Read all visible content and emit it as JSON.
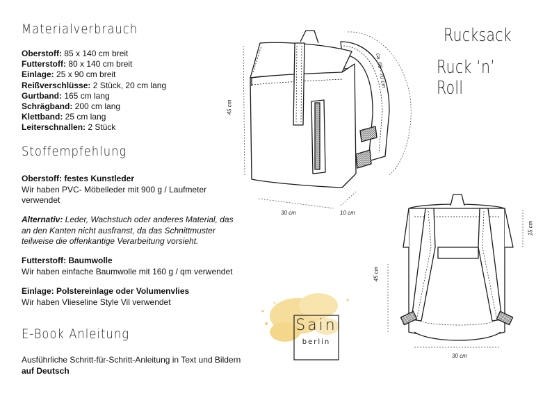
{
  "material": {
    "heading": "Materialverbrauch",
    "items": [
      {
        "label": "Oberstoff:",
        "value": " 85 x 140 cm breit"
      },
      {
        "label": "Futterstoff:",
        "value": " 80 x 140 cm breit"
      },
      {
        "label": "Einlage:",
        "value": " 25 x 90 cm breit"
      },
      {
        "label": "Reißverschlüsse:",
        "value": " 2 Stück, 20 cm lang"
      },
      {
        "label": "Gurtband:",
        "value": " 165 cm lang"
      },
      {
        "label": "Schrägband:",
        "value": " 200 cm lang"
      },
      {
        "label": "Klettband:",
        "value": " 25 cm lang"
      },
      {
        "label": "Leiterschnallen:",
        "value": " 2 Stück"
      }
    ]
  },
  "stoff": {
    "heading": "Stoffempfehlung",
    "ober_title": "Oberstoff: festes Kunstleder",
    "ober_text_1": "Wir haben PVC- Möbelleder mit 900 g / Laufmeter",
    "ober_text_2": "verwendet",
    "alt_label": "Alternativ:",
    "alt_text_1": " Leder, Wachstuch oder anderes Material, das",
    "alt_text_2": "an den Kanten nicht ausfranst, da das Schnittmuster",
    "alt_text_3": "teilweise die offenkantige Verarbeitung vorsieht.",
    "futter_title": "Futterstoff: Baumwolle",
    "futter_text": "Wir haben einfache Baumwolle mit 160 g / qm verwendet",
    "einlage_title": "Einlage: Polstereinlage oder Volumenvlies",
    "einlage_text": "Wir haben Vlieseline Style Vil verwendet"
  },
  "ebook": {
    "heading": "E-Book Anleitung",
    "text": "Ausführliche Schritt-für-Schritt-Anleitung in Text und Bildern",
    "lang": "auf Deutsch"
  },
  "title": {
    "line1": "Rucksack",
    "line2": "Ruck ‘n’ Roll"
  },
  "dimensions": {
    "front_height": "45 cm",
    "front_width": "30 cm",
    "front_depth": "10 cm",
    "strap": "ca. 65 - 70 cm",
    "back_height": "45 cm",
    "back_width": "30 cm",
    "back_top": "15 cm"
  },
  "logo": {
    "name": "Sain",
    "city": "berlin"
  },
  "colors": {
    "ink": "#1a1a1a",
    "lining_gray": "#cfcfcf",
    "watercolor": "#f0cd6a"
  }
}
